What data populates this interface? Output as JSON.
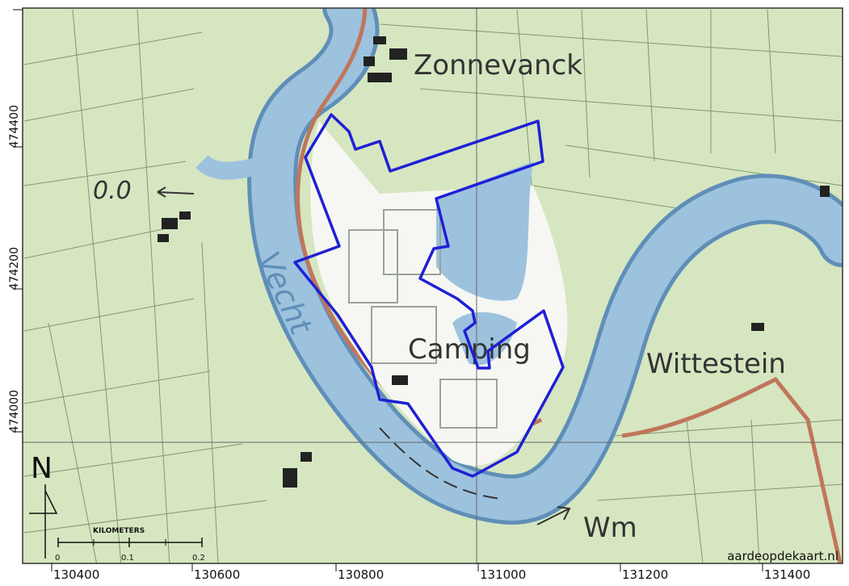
{
  "labels": {
    "place_zonnevanck": "Zonnevanck",
    "place_camping": "Camping",
    "place_wittestein": "Wittestein",
    "place_wm": "Wm",
    "river_vecht": "Vecht",
    "spot_height": "0.0"
  },
  "axes": {
    "x_ticks": [
      "130400",
      "130600",
      "130800",
      "131000",
      "131200",
      "131400"
    ],
    "y_ticks": [
      "474400",
      "474200",
      "474000"
    ]
  },
  "north_arrow": {
    "label": "N"
  },
  "scale_bar": {
    "title": "KILOMETERS",
    "ticks": [
      "0",
      "0.1",
      "0.2"
    ]
  },
  "attribution": "aardeopdekaart.nl",
  "colors": {
    "land": "#d6e6c0",
    "water": "#9cc2de",
    "water_edge": "#5f8fb8",
    "road": "#c0765a",
    "boundary": "#1f1fd6",
    "frame": "#333333"
  }
}
